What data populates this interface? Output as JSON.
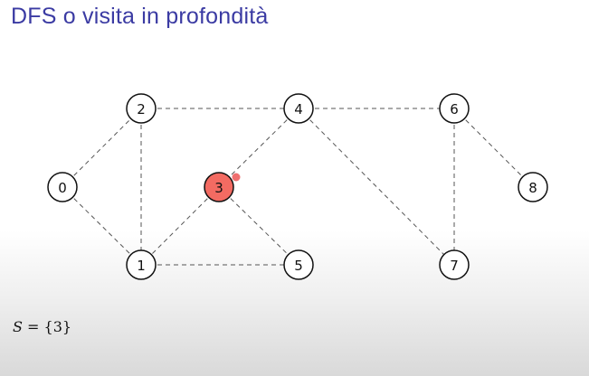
{
  "slide": {
    "title": "DFS o visita in profondità"
  },
  "graph": {
    "nodes": [
      {
        "id": "0",
        "label": "0",
        "visited": false
      },
      {
        "id": "1",
        "label": "1",
        "visited": false
      },
      {
        "id": "2",
        "label": "2",
        "visited": false
      },
      {
        "id": "3",
        "label": "3",
        "visited": true
      },
      {
        "id": "4",
        "label": "4",
        "visited": false
      },
      {
        "id": "5",
        "label": "5",
        "visited": false
      },
      {
        "id": "6",
        "label": "6",
        "visited": false
      },
      {
        "id": "7",
        "label": "7",
        "visited": false
      },
      {
        "id": "8",
        "label": "8",
        "visited": false
      }
    ],
    "edges": [
      [
        "0",
        "2"
      ],
      [
        "0",
        "1"
      ],
      [
        "2",
        "1"
      ],
      [
        "2",
        "4"
      ],
      [
        "4",
        "6"
      ],
      [
        "4",
        "3"
      ],
      [
        "4",
        "7"
      ],
      [
        "3",
        "1"
      ],
      [
        "3",
        "5"
      ],
      [
        "1",
        "5"
      ],
      [
        "6",
        "7"
      ],
      [
        "6",
        "8"
      ]
    ],
    "colors": {
      "visited": "#f36b62",
      "unvisited": "#ffffff",
      "title": "#3b3ba3"
    }
  },
  "set": {
    "variable": "S",
    "equals": " = ",
    "value": "{3}"
  }
}
